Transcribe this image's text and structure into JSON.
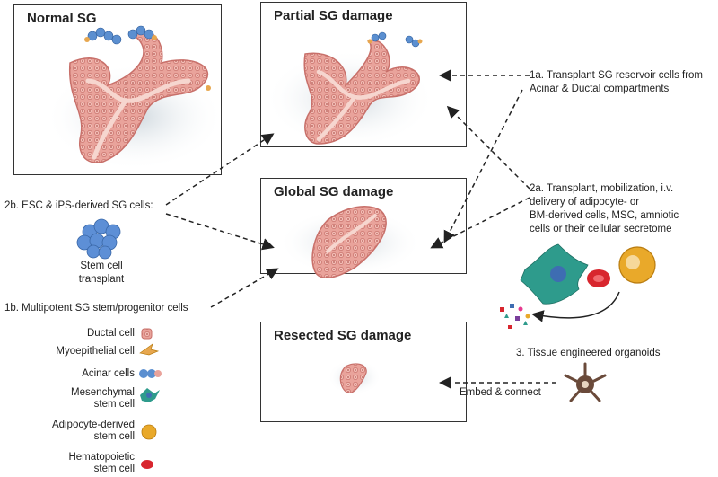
{
  "panels": {
    "normal": "Normal SG",
    "partial": "Partial SG damage",
    "global": "Global SG damage",
    "resected": "Resected SG damage"
  },
  "labels": {
    "l1a": "1a. Transplant SG reservoir cells from\nAcinar & Ductal compartments",
    "l2a": "2a. Transplant, mobilization, i.v.\ndelivery of adipocyte- or\nBM-derived cells, MSC, amniotic\ncells or their cellular secretome",
    "l2b": "2b. ESC & iPS-derived SG cells:",
    "stem_transplant": "Stem cell\ntransplant",
    "l1b": "1b. Multipotent SG stem/progenitor cells",
    "l3": "3. Tissue engineered organoids",
    "embed": "Embed & connect"
  },
  "legend": [
    {
      "label": "Ductal cell",
      "icon": "ductal-cell-icon"
    },
    {
      "label": "Myoepithelial cell",
      "icon": "myoepithelial-cell-icon"
    },
    {
      "label": "Acinar cells",
      "icon": "acinar-cells-icon"
    },
    {
      "label": "Mesenchymal\nstem cell",
      "icon": "mesenchymal-stem-cell-icon"
    },
    {
      "label": "Adipocyte-derived\nstem cell",
      "icon": "adipocyte-stem-cell-icon"
    },
    {
      "label": "Hematopoietic\nstem cell",
      "icon": "hematopoietic-stem-cell-icon"
    }
  ],
  "colors": {
    "tissue": "#e9a39b",
    "tissue_dark": "#c8706a",
    "lumen": "#f6d6cf",
    "acinar": "#5b8fd0",
    "myo": "#e7a74f",
    "mesenchymal": "#2e9b8c",
    "adipocyte": "#e9a92a",
    "hematopoietic": "#d8262e",
    "stem": "#5d8fd6"
  }
}
